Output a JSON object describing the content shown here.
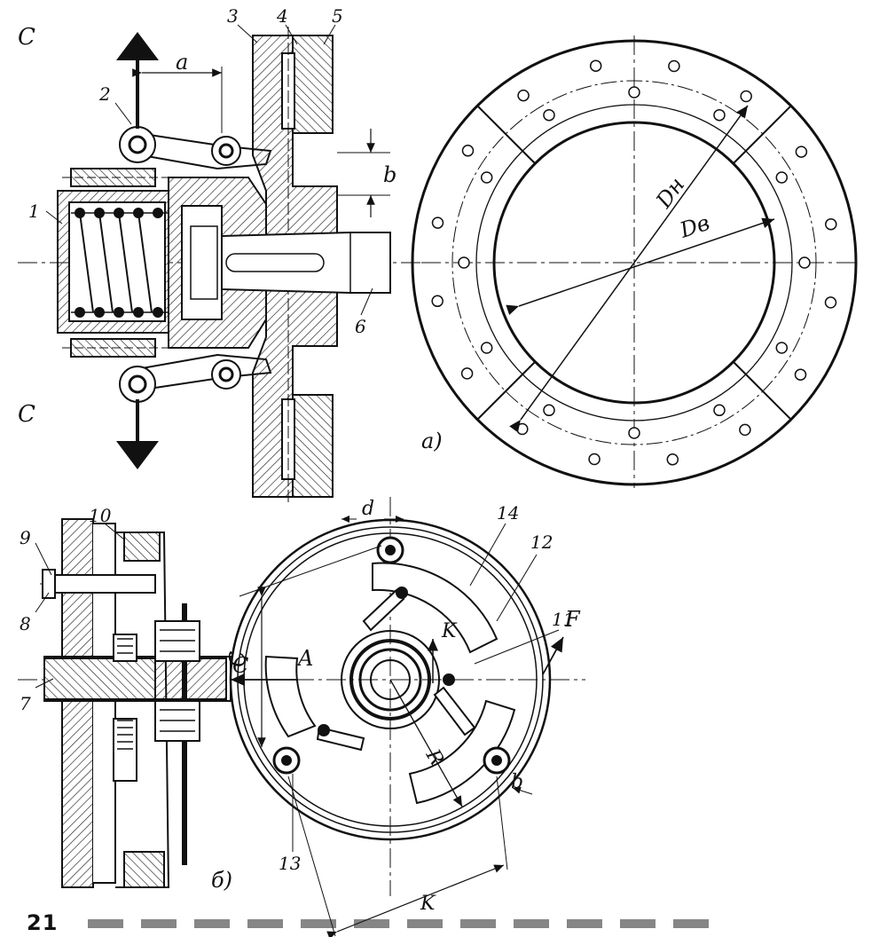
{
  "figure": {
    "caption_number": "21",
    "subfigures": {
      "a": "а)",
      "b": "б)"
    },
    "top_labels": {
      "force": "C",
      "dim_a": "a",
      "dim_b": "b",
      "n1": "1",
      "n2": "2",
      "n3": "3",
      "n4": "4",
      "n5": "5",
      "n6": "6",
      "outer_diameter": "Dн",
      "inner_diameter": "Dв"
    },
    "bottom_labels": {
      "n7": "7",
      "n8": "8",
      "n9": "9",
      "n10": "10",
      "n11": "11",
      "n12": "12",
      "n13": "13",
      "n14": "14",
      "force_c": "C",
      "force_f": "F",
      "point_a": "A",
      "dim_c": "C",
      "dim_d": "d",
      "dim_k_side": "K",
      "dim_k": "K",
      "dim_r": "R",
      "dim_b": "b"
    }
  }
}
